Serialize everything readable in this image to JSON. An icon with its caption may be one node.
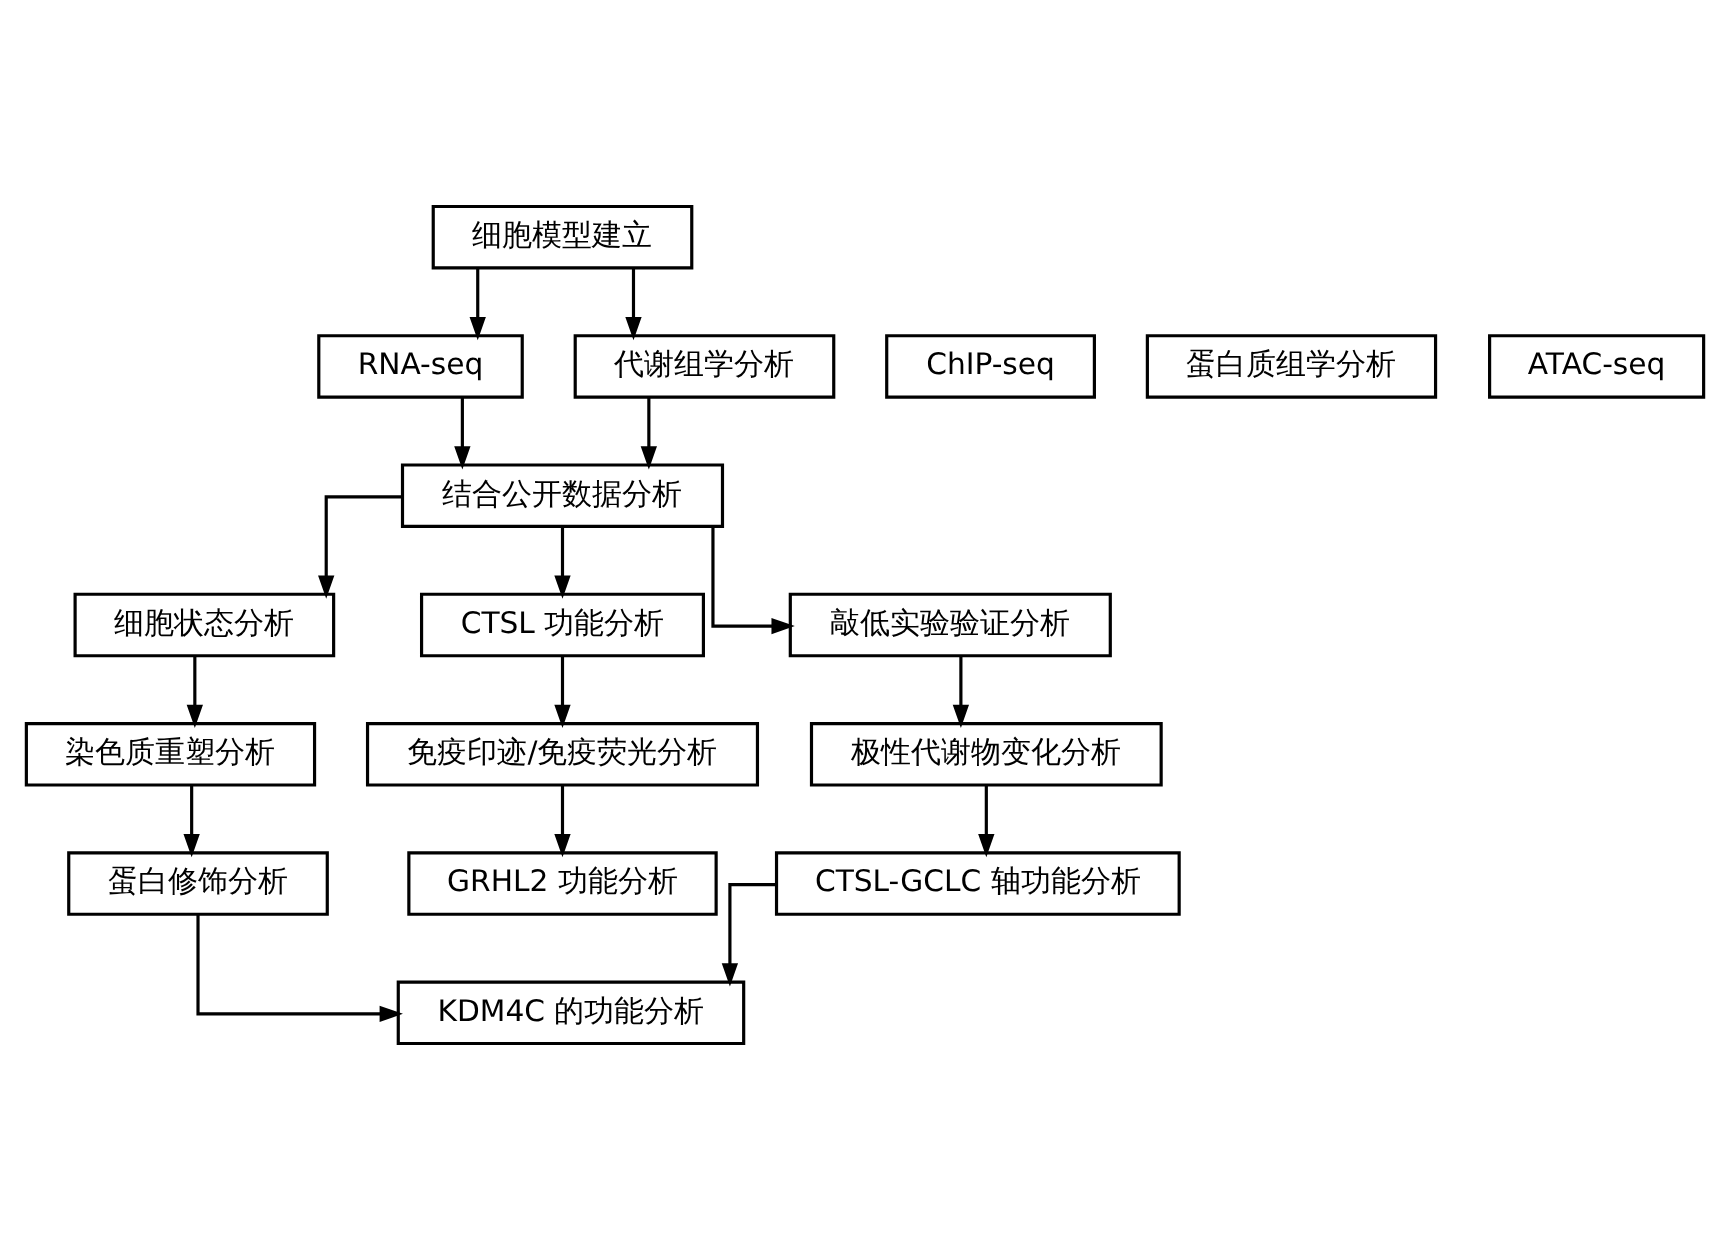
{
  "diagram": {
    "nodes": [
      {
        "text": [
          "细胞模型建立"
        ]
      },
      {
        "text": [
          "RNA-seq"
        ]
      },
      {
        "text": [
          "ChIP-seq"
        ]
      },
      {
        "text": [
          "蛋白质组学分析"
        ]
      },
      {
        "text": [
          "ATAC-seq"
        ]
      },
      {
        "text": [
          "代谢组学分析"
        ]
      },
      {
        "text": [
          "结合公开数据分析"
        ]
      },
      {
        "text": [
          "细胞状态分析"
        ]
      },
      {
        "text": [
          "CTSL 功能分析"
        ]
      },
      {
        "text": [
          "敲低实验验证分析"
        ]
      },
      {
        "text": [
          "染色质重塑分析"
        ]
      },
      {
        "text": [
          "免疫印迹/免疫荧光分析"
        ]
      },
      {
        "text": [
          "极性代谢物变化分析"
        ]
      },
      {
        "text": [
          "蛋白修饰分析"
        ]
      },
      {
        "text": [
          "GRHL2 功能分析"
        ]
      },
      {
        "text": [
          "CTSL-GCLC 轴功能分析"
        ]
      },
      {
        "text": [
          "KDM4C 的功能分析"
        ]
      }
    ],
    "edges": [
      {
        "from": 0,
        "to": 1,
        "arrow": "to"
      },
      {
        "from": 0,
        "to": 5,
        "arrow": "to"
      },
      {
        "from": 1,
        "to": 6,
        "arrow": "to"
      },
      {
        "from": 5,
        "to": 6,
        "arrow": "to"
      },
      {
        "from": 6,
        "to": 7,
        "arrow": "to"
      },
      {
        "from": 6,
        "to": 8,
        "arrow": "to"
      },
      {
        "from": 6,
        "to": 9,
        "arrow": "to"
      },
      {
        "from": 7,
        "to": 10,
        "arrow": "to"
      },
      {
        "from": 10,
        "to": 13,
        "arrow": "to"
      },
      {
        "from": 8,
        "to": 11,
        "arrow": "to"
      },
      {
        "from": 11,
        "to": 14,
        "arrow": "to"
      },
      {
        "from": 9,
        "to": 12,
        "arrow": "to"
      },
      {
        "from": 12,
        "to": 15,
        "arrow": "to"
      },
      {
        "from": 13,
        "to": 16,
        "arrow": "to"
      },
      {
        "from": 15,
        "to": 16,
        "arrow": "to"
      }
    ]
  }
}
